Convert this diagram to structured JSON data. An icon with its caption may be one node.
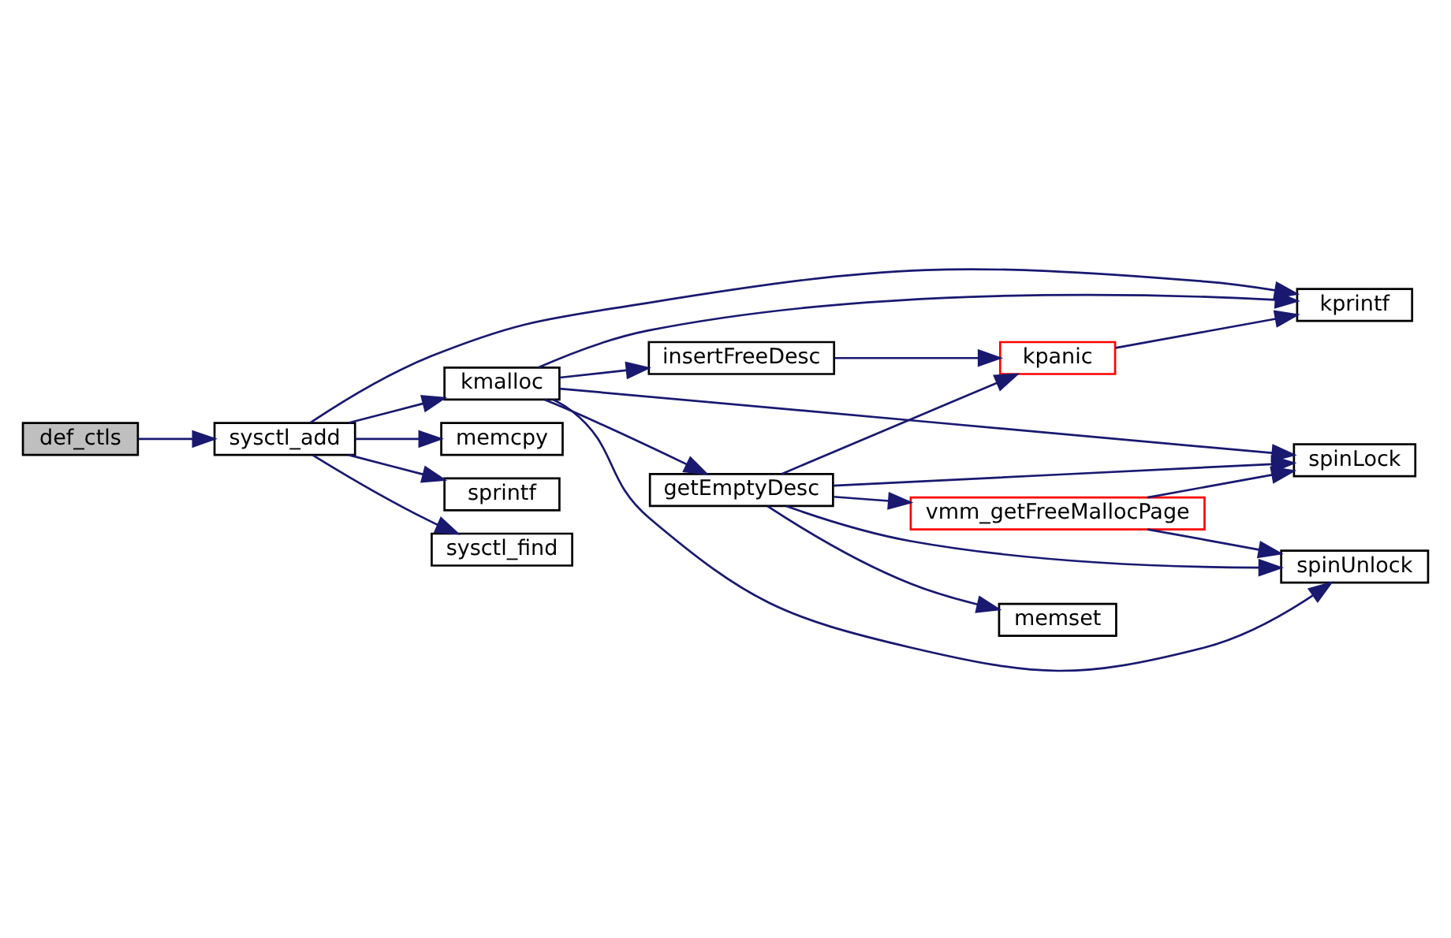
{
  "diagram": {
    "nodes": [
      {
        "text": [
          "def_ctls"
        ]
      },
      {
        "text": [
          "sysctl_add"
        ]
      },
      {
        "text": [
          "kmalloc"
        ]
      },
      {
        "text": [
          "memcpy"
        ]
      },
      {
        "text": [
          "sprintf"
        ]
      },
      {
        "text": [
          "sysctl_find"
        ]
      },
      {
        "text": [
          "kprintf"
        ]
      },
      {
        "text": [
          "getEmptyDesc"
        ]
      },
      {
        "text": [
          "insertFreeDesc"
        ]
      },
      {
        "text": [
          "spinLock"
        ]
      },
      {
        "text": [
          "spinUnlock"
        ]
      },
      {
        "text": [
          "vmm_getFreeMallocPage"
        ]
      },
      {
        "text": [
          "memset"
        ]
      },
      {
        "text": [
          "kpanic"
        ]
      }
    ],
    "edges": [
      {
        "from": 0,
        "to": 1,
        "arrow": "to"
      },
      {
        "from": 1,
        "to": 2,
        "arrow": "to"
      },
      {
        "from": 1,
        "to": 3,
        "arrow": "to"
      },
      {
        "from": 1,
        "to": 4,
        "arrow": "to"
      },
      {
        "from": 1,
        "to": 5,
        "arrow": "to"
      },
      {
        "from": 1,
        "to": 6,
        "arrow": "to"
      },
      {
        "from": 2,
        "to": 7,
        "arrow": "to"
      },
      {
        "from": 2,
        "to": 8,
        "arrow": "to"
      },
      {
        "from": 2,
        "to": 6,
        "arrow": "to"
      },
      {
        "from": 2,
        "to": 9,
        "arrow": "to"
      },
      {
        "from": 2,
        "to": 10,
        "arrow": "to"
      },
      {
        "from": 7,
        "to": 11,
        "arrow": "to"
      },
      {
        "from": 7,
        "to": 12,
        "arrow": "to"
      },
      {
        "from": 7,
        "to": 9,
        "arrow": "to"
      },
      {
        "from": 7,
        "to": 10,
        "arrow": "to"
      },
      {
        "from": 7,
        "to": 13,
        "arrow": "to"
      },
      {
        "from": 11,
        "to": 10,
        "arrow": "to"
      },
      {
        "from": 11,
        "to": 9,
        "arrow": "to"
      },
      {
        "from": 8,
        "to": 13,
        "arrow": "to"
      },
      {
        "from": 13,
        "to": 6,
        "arrow": "to"
      }
    ]
  }
}
